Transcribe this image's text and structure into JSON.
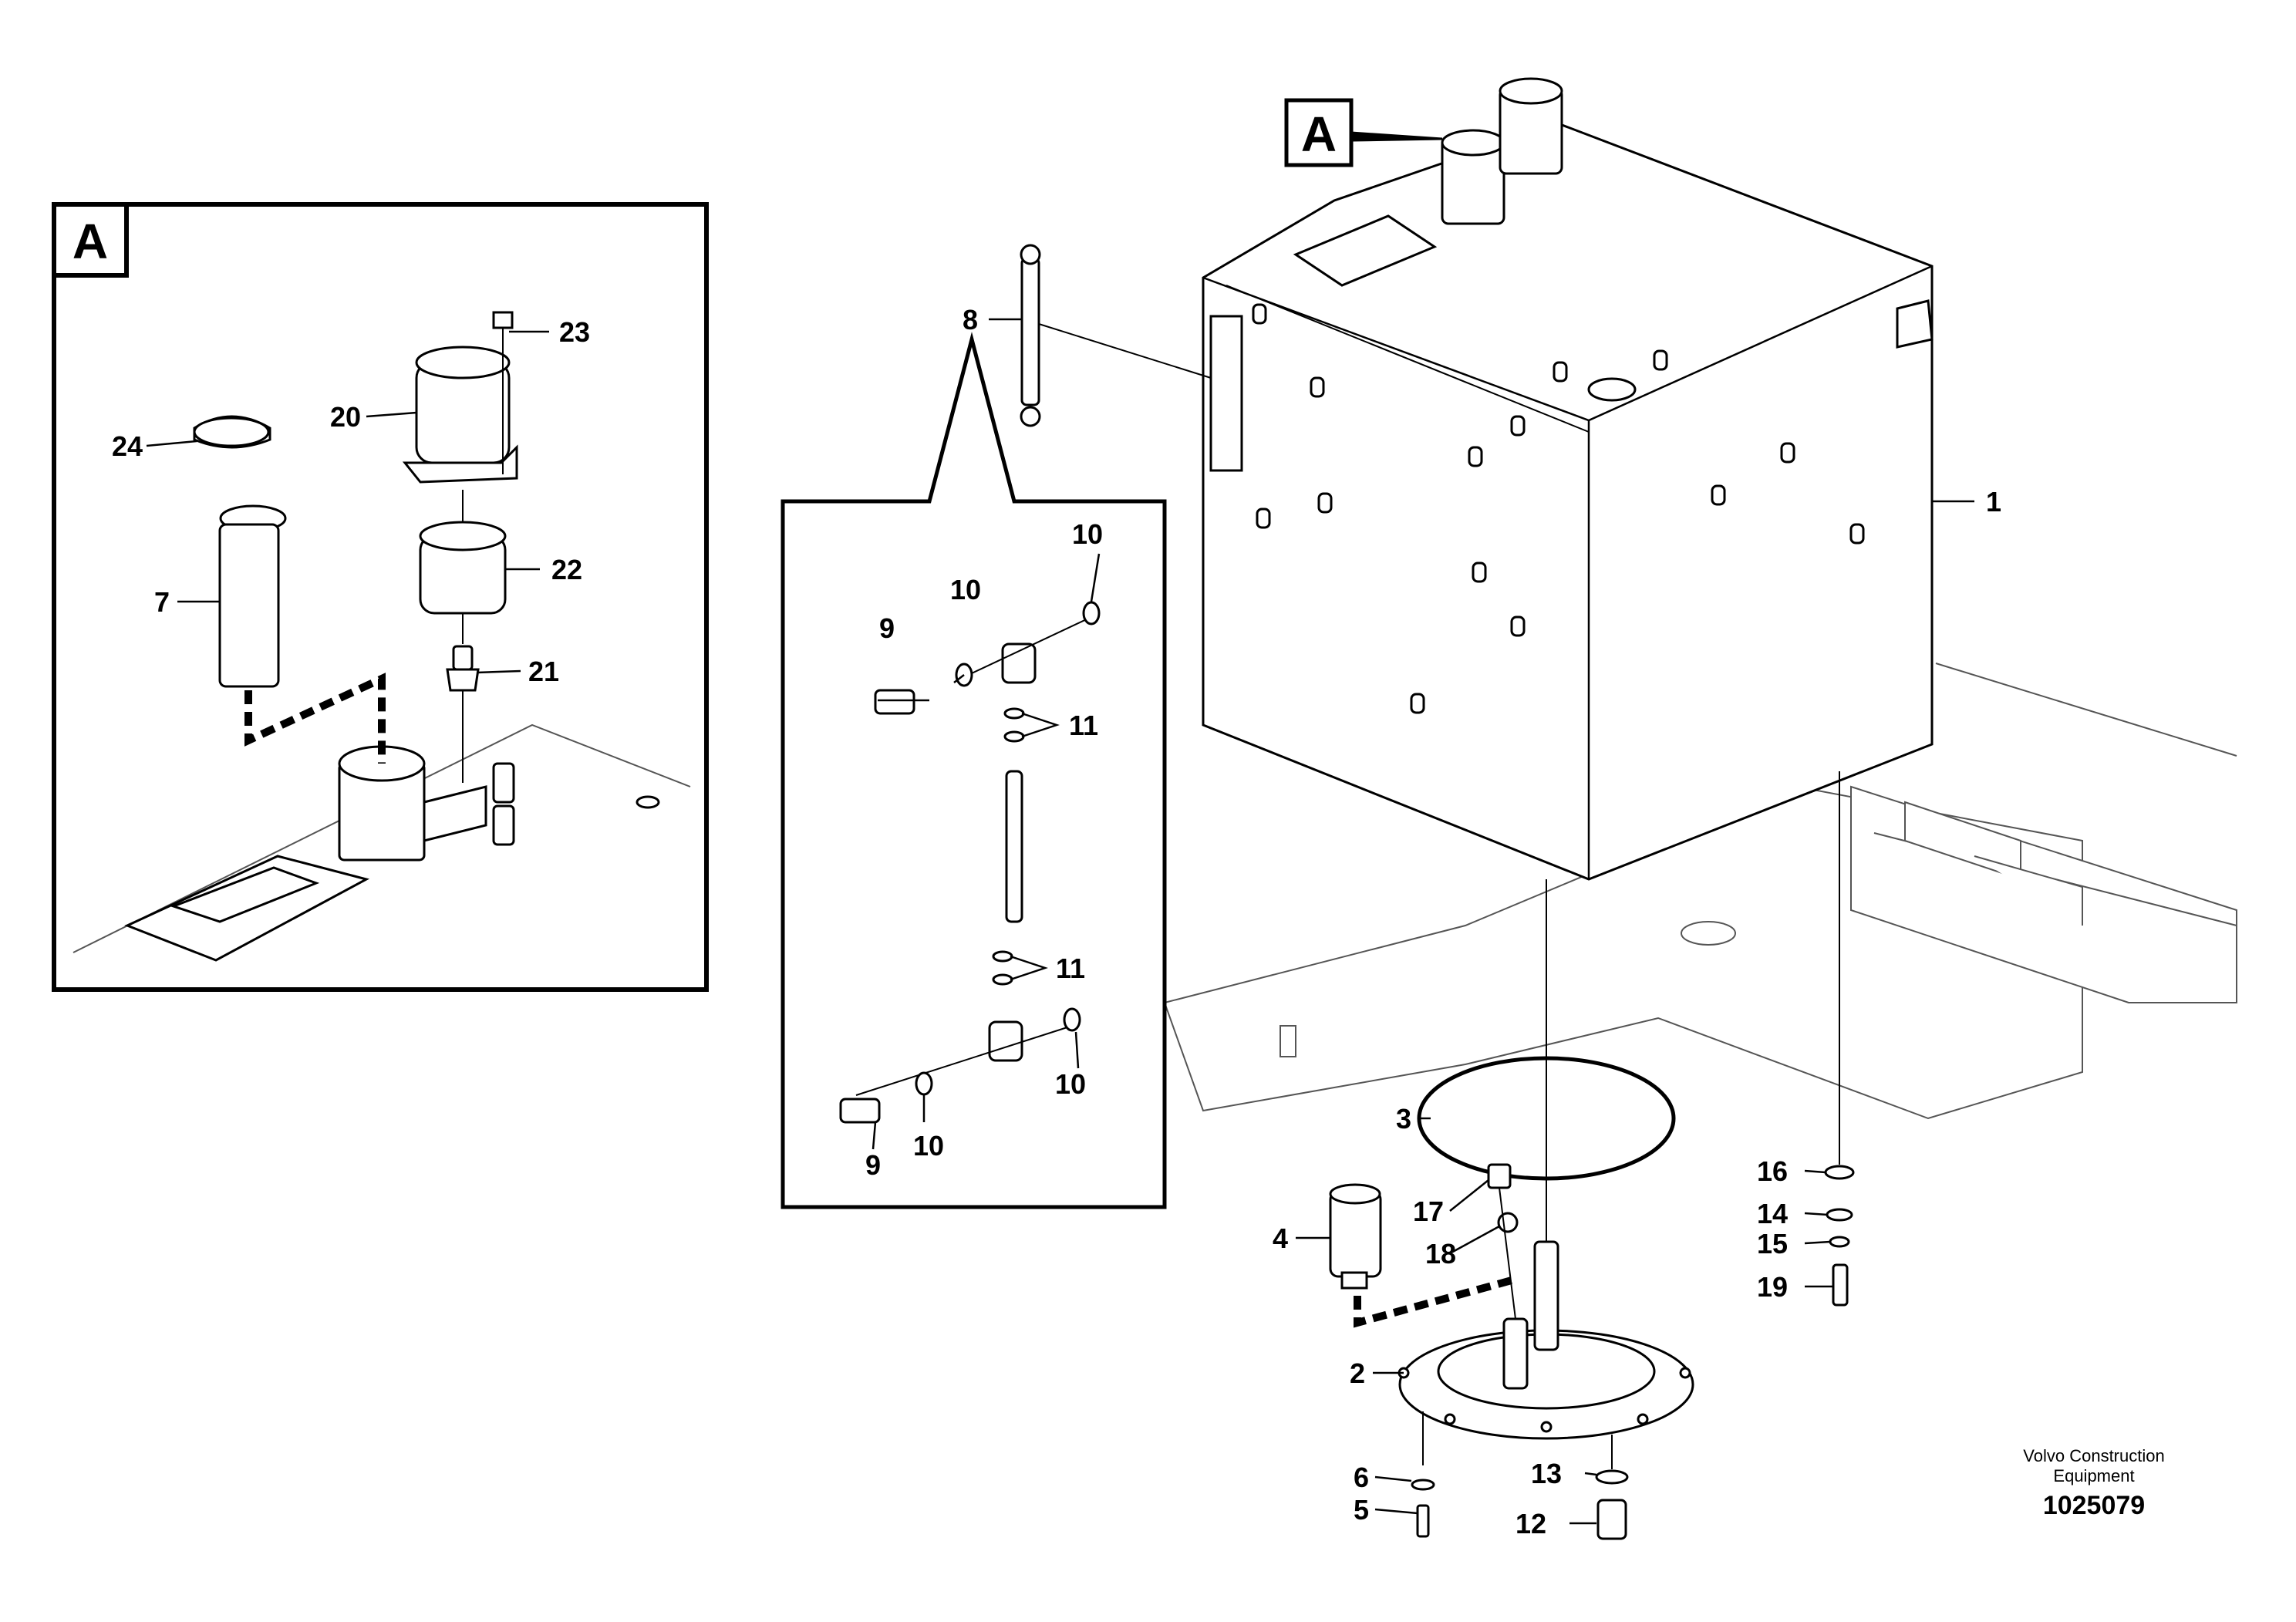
{
  "detail_view": {
    "label": "A"
  },
  "main_view": {
    "marker_label": "A"
  },
  "callouts": [
    "1",
    "2",
    "3",
    "4",
    "5",
    "6",
    "7",
    "8",
    "9",
    "9",
    "10",
    "10",
    "10",
    "10",
    "11",
    "11",
    "12",
    "13",
    "14",
    "15",
    "16",
    "17",
    "18",
    "19",
    "20",
    "21",
    "22",
    "23",
    "24"
  ],
  "credit": {
    "line1": "Volvo Construction",
    "line2": "Equipment",
    "number": "1025079"
  }
}
